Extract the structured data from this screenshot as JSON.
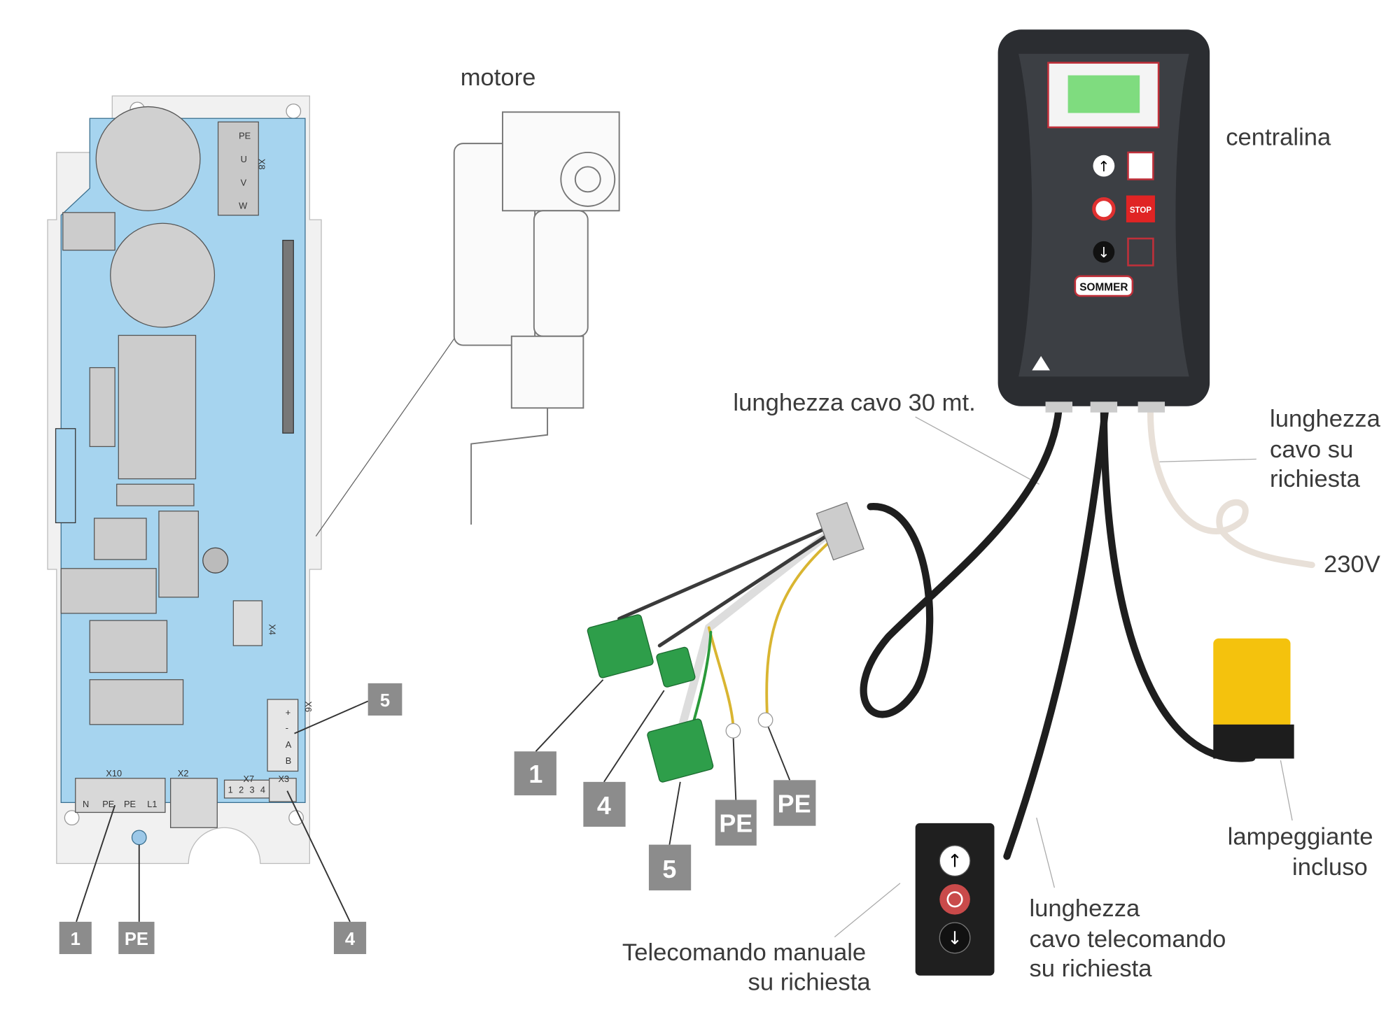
{
  "labels": {
    "motor": "motore",
    "control_unit": "centralina",
    "cable_30": "lunghezza cavo 30 mt.",
    "cable_request": [
      "lunghezza",
      "cavo su",
      "richiesta"
    ],
    "voltage": "230V",
    "flasher": [
      "lampeggiante",
      "incluso"
    ],
    "remote_cable": [
      "lunghezza",
      "cavo telecomando",
      "su richiesta"
    ],
    "remote": [
      "Telecomando manuale",
      "su richiesta"
    ]
  },
  "pcb_badges": [
    "5",
    "1",
    "PE",
    "4"
  ],
  "connector_badges": [
    "1",
    "4",
    "5",
    "PE",
    "PE"
  ],
  "pcb": {
    "x8": "X8",
    "x8_pins": [
      "PE",
      "U",
      "V",
      "W"
    ],
    "x10": "X10",
    "x10_pins": [
      "N",
      "PE",
      "PE",
      "L1"
    ],
    "x2": "X2",
    "x7": "X7",
    "x7_pins": [
      "1",
      "2",
      "3",
      "4"
    ],
    "x3": "X3",
    "x4": "X4",
    "x6": "X6",
    "x6_pins": [
      "+",
      "-",
      "A",
      "B"
    ]
  },
  "control_panel": {
    "brand": "SOMMER",
    "stop": "STOP"
  },
  "colors": {
    "pcb": "#a6d4ef",
    "badge": "#8c8c8c",
    "housing": "#3c3f44",
    "connector": "#2e9e4a",
    "flasher": "#f4c20d"
  }
}
